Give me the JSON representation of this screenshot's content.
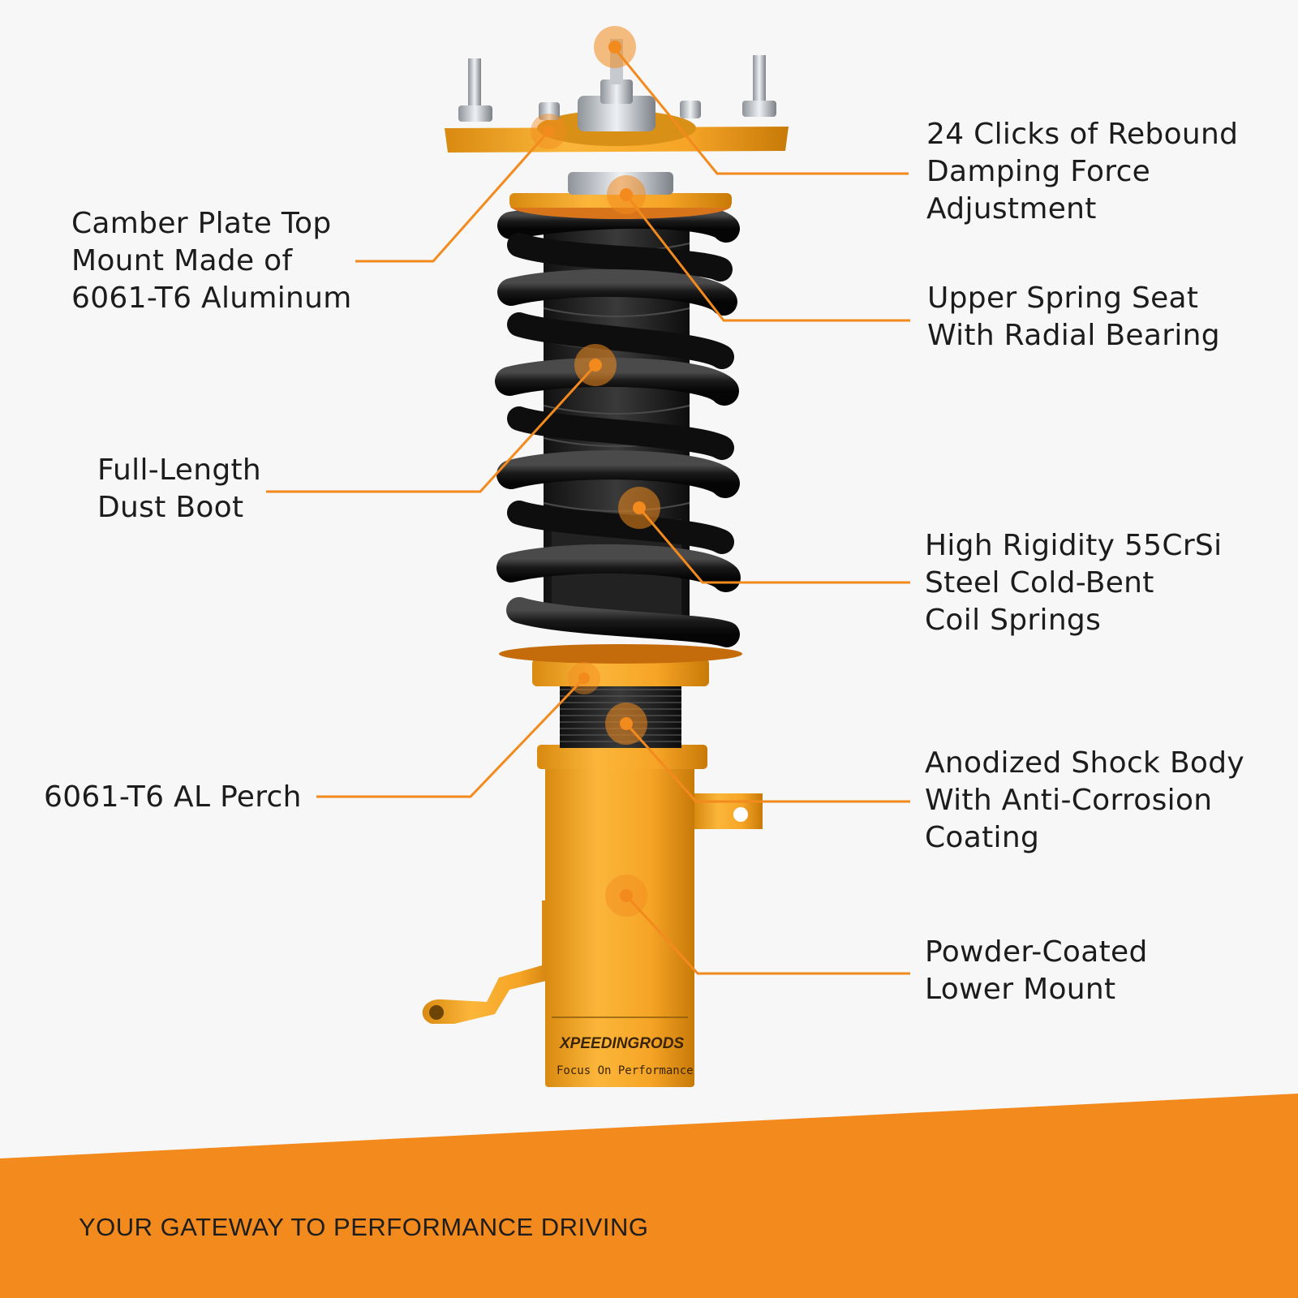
{
  "colors": {
    "accent": "#f28a1e",
    "gold": "#f5a623",
    "spring": "#1b1b1b",
    "background": "#f7f7f7"
  },
  "callouts": {
    "camber": [
      "Camber Plate Top",
      "Mount Made of",
      "6061-T6 Aluminum"
    ],
    "dustboot": [
      "Full-Length",
      "Dust Boot"
    ],
    "perch": [
      "6061-T6 AL Perch"
    ],
    "rebound": [
      "24 Clicks of Rebound",
      "Damping Force",
      "Adjustment"
    ],
    "upperseat": [
      "Upper Spring Seat",
      "With Radial Bearing"
    ],
    "springs": [
      "High Rigidity 55CrSi",
      "Steel Cold-Bent",
      "Coil Springs"
    ],
    "shockbody": [
      "Anodized Shock Body",
      "With Anti-Corrosion",
      "Coating"
    ],
    "lowermount": [
      "Powder-Coated",
      "Lower Mount"
    ]
  },
  "product_label": {
    "brand": "XPEEDINGRODS",
    "tagline": "Focus On Performance"
  },
  "footer": "YOUR GATEWAY TO PERFORMANCE DRIVING"
}
